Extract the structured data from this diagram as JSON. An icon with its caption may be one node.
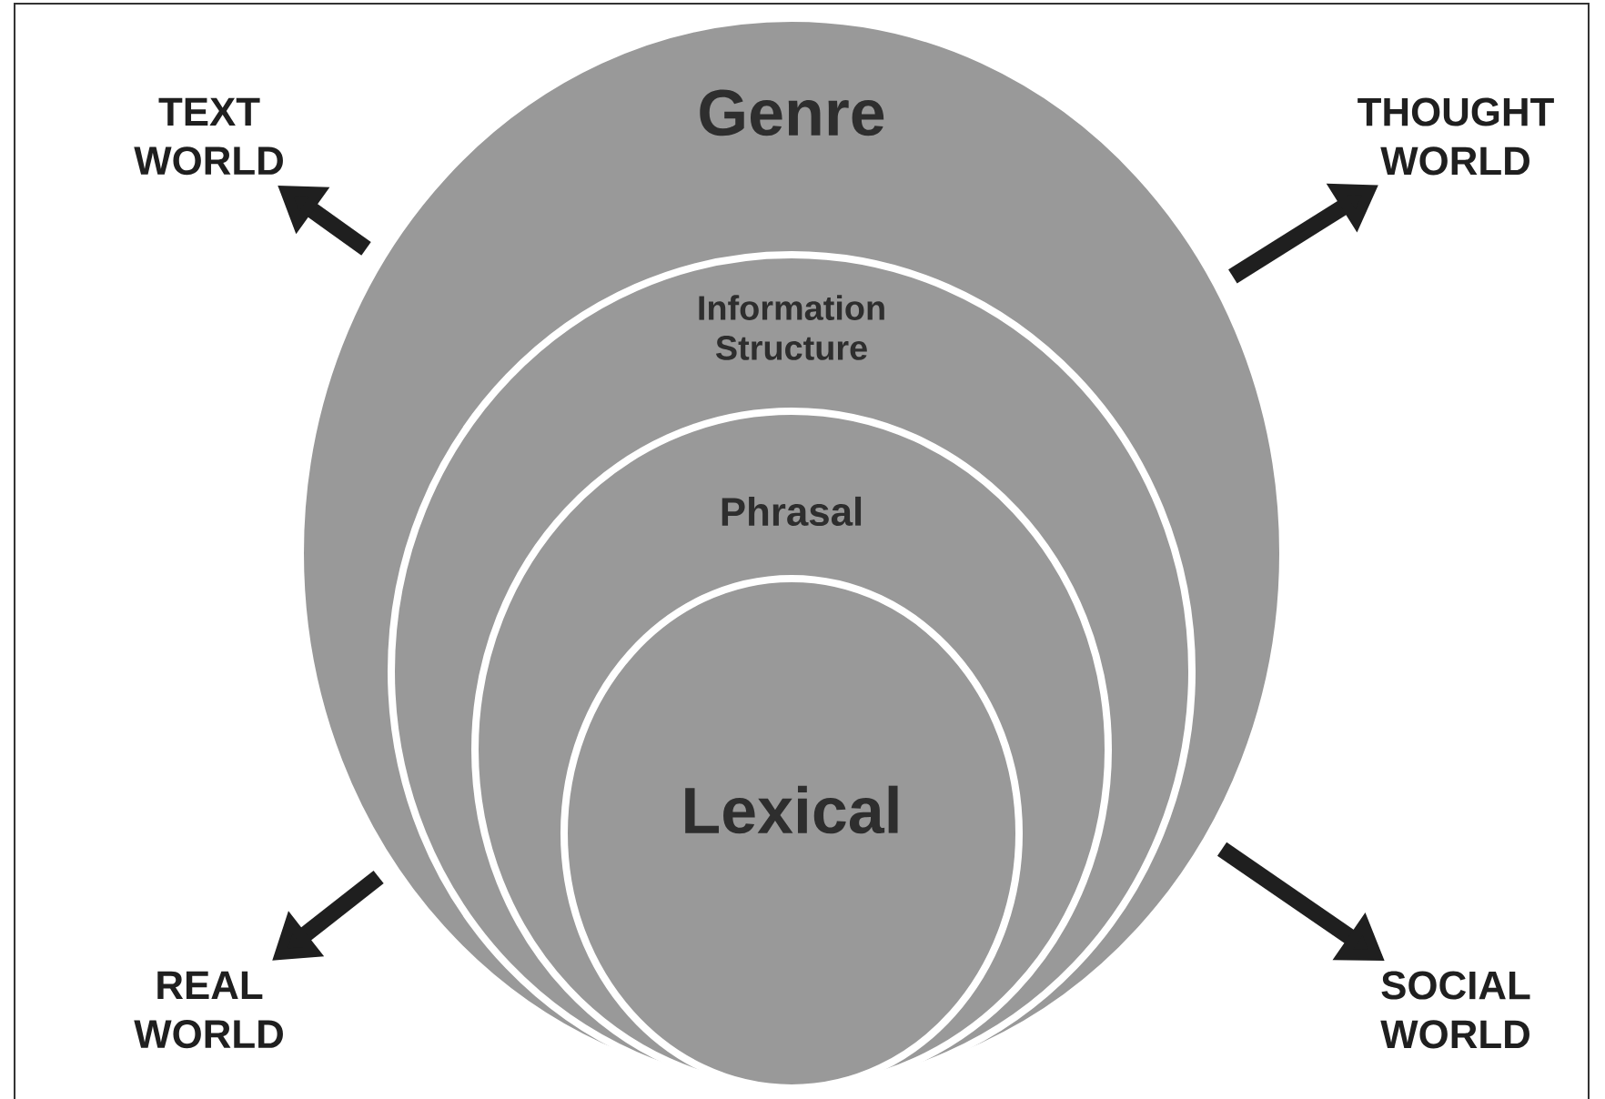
{
  "diagram": {
    "nodes": [
      {
        "text": [
          "Genre"
        ]
      },
      {
        "text": [
          "Information Structure"
        ],
        "in": 0
      },
      {
        "text": [
          "Phrasal"
        ],
        "in": 1
      },
      {
        "text": [
          "Lexical"
        ],
        "in": 2
      },
      {
        "text": [
          "TEXT WORLD"
        ]
      },
      {
        "text": [
          "THOUGHT WORLD"
        ]
      },
      {
        "text": [
          "REAL WORLD"
        ]
      },
      {
        "text": [
          "SOCIAL WORLD"
        ]
      }
    ],
    "edges": [
      {
        "from": 0,
        "to": 4,
        "arrow": "to"
      },
      {
        "from": 0,
        "to": 5,
        "arrow": "to"
      },
      {
        "from": 0,
        "to": 6,
        "arrow": "to"
      },
      {
        "from": 0,
        "to": 7,
        "arrow": "to"
      }
    ]
  }
}
